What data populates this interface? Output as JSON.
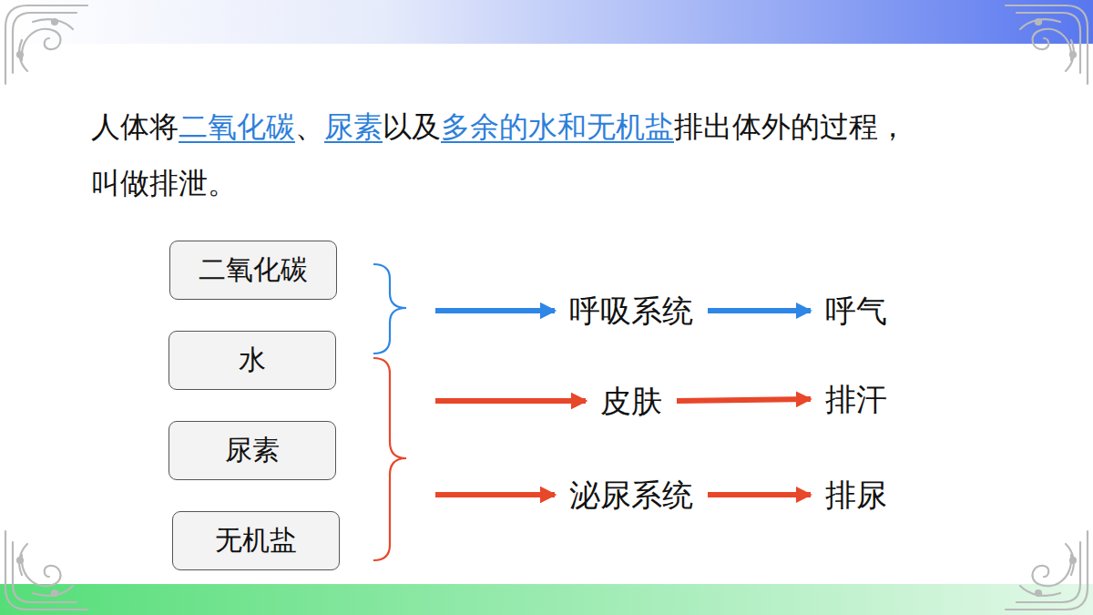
{
  "diagram": {
    "nodes": [
      {
        "text": [
          "二氧化碳"
        ]
      },
      {
        "text": [
          "水"
        ]
      },
      {
        "text": [
          "尿素"
        ]
      },
      {
        "text": [
          "无机盐"
        ]
      },
      {
        "text": [
          "呼吸系统"
        ]
      },
      {
        "text": [
          "皮肤"
        ]
      },
      {
        "text": [
          "泌尿系统"
        ]
      },
      {
        "text": [
          "呼气"
        ]
      },
      {
        "text": [
          "排汗"
        ]
      },
      {
        "text": [
          "排尿"
        ]
      }
    ],
    "edges": [
      {
        "from": 0,
        "to": 4,
        "arrow": "to"
      },
      {
        "from": 1,
        "to": 4,
        "arrow": "to"
      },
      {
        "from": 1,
        "to": 5,
        "arrow": "to"
      },
      {
        "from": 2,
        "to": 5,
        "arrow": "to"
      },
      {
        "from": 3,
        "to": 5,
        "arrow": "to"
      },
      {
        "from": 1,
        "to": 6,
        "arrow": "to"
      },
      {
        "from": 2,
        "to": 6,
        "arrow": "to"
      },
      {
        "from": 3,
        "to": 6,
        "arrow": "to"
      },
      {
        "from": 4,
        "to": 7,
        "arrow": "to"
      },
      {
        "from": 5,
        "to": 8,
        "arrow": "to"
      },
      {
        "from": 6,
        "to": 9,
        "arrow": "to"
      }
    ],
    "labels": [
      "人体将",
      "二氧化碳",
      "、",
      "尿素",
      "以及",
      "多余的水和无机盐",
      "排出体外的过程，",
      "叫做排泄。"
    ]
  }
}
